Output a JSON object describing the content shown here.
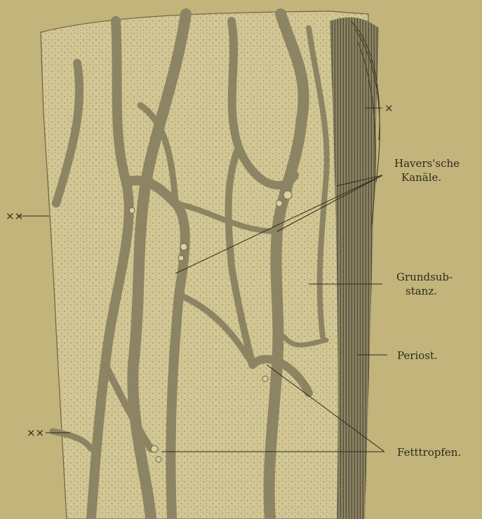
{
  "labels": {
    "havers_line1": "Havers'sche",
    "havers_line2": "Kanäle.",
    "grund_line1": "Grundsub-",
    "grund_line2": "stanz.",
    "periost": "Periost.",
    "fett": "Fetttropfen."
  },
  "markers": {
    "cross_top": "×",
    "double_cross_upper": "××",
    "double_cross_lower": "××"
  },
  "colors": {
    "paper": "#c2b47a",
    "bone": "#d2c794",
    "canal": "#8c8462",
    "ink": "#2e2a1e"
  }
}
